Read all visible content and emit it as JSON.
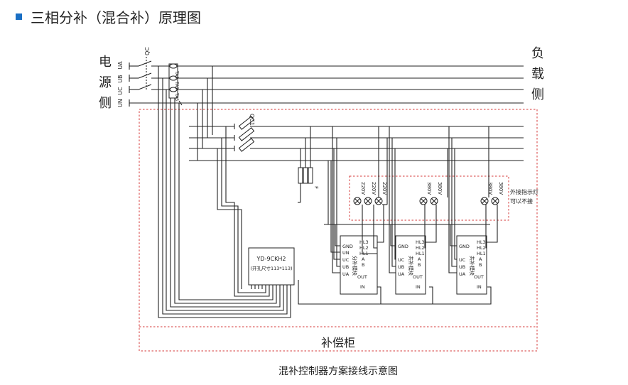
{
  "heading": "三相分补（混合补）原理图",
  "source_side": [
    "电",
    "源",
    "侧"
  ],
  "load_side": [
    "负",
    "载",
    "侧"
  ],
  "phases": [
    "UA",
    "UB",
    "UC",
    "UN"
  ],
  "breaker_main": "QC",
  "breaker_cap": "QC1",
  "ct_labels": [
    "TA1",
    "TA2",
    "TA3"
  ],
  "fuse_label": "F",
  "controller": {
    "model": "YD-9CKH2",
    "cutout": "(开孔尺寸113*113)"
  },
  "lamp_voltages": {
    "group1": [
      "220V",
      "220V",
      "220V"
    ],
    "group2": [
      "380V",
      "380V"
    ],
    "group3": [
      "380V",
      "380V"
    ]
  },
  "indicator_note": [
    "外接指示灯",
    "可以不接"
  ],
  "module_left_pins": {
    "split": [
      "GND",
      "UN",
      "UC",
      "UB",
      "UA"
    ],
    "common": [
      "GND",
      "UC",
      "UB",
      "UA"
    ]
  },
  "module_right_pins": [
    "HL3",
    "HL2",
    "HL1",
    "A",
    "B"
  ],
  "module_out_pins": [
    "OUT",
    "IN"
  ],
  "modules": [
    {
      "name": "分补模块"
    },
    {
      "name": "共补模块"
    },
    {
      "name": "共补模块"
    }
  ],
  "cabinet_label": "补偿柜",
  "caption": "混补控制器方案接线示意图",
  "colors": {
    "accent": "#1a6fc4",
    "dashed_border": "#d63a3a",
    "line": "#222222"
  }
}
